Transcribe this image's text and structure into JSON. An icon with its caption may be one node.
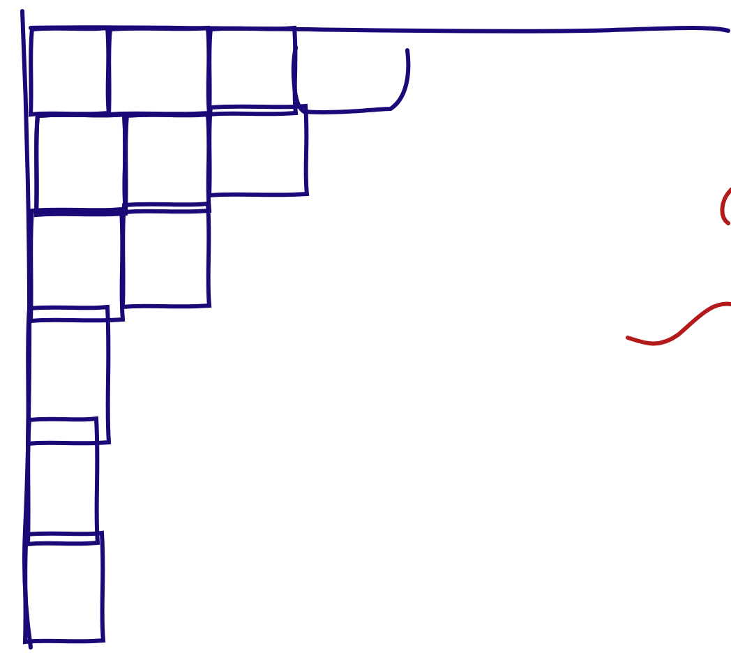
{
  "diagram": {
    "nodes": [
      {
        "text": [],
        "shape": "box"
      },
      {
        "text": [],
        "shape": "box"
      },
      {
        "text": [],
        "shape": "box"
      },
      {
        "text": [],
        "shape": "box"
      },
      {
        "text": [],
        "shape": "box"
      },
      {
        "text": [],
        "shape": "box"
      },
      {
        "text": [],
        "shape": "box"
      },
      {
        "text": [],
        "shape": "box"
      },
      {
        "text": [],
        "shape": "box"
      },
      {
        "text": [],
        "shape": "box"
      },
      {
        "text": [],
        "shape": "box"
      },
      {
        "text": [],
        "shape": "box"
      },
      {
        "text": [],
        "shape": "box"
      }
    ]
  }
}
